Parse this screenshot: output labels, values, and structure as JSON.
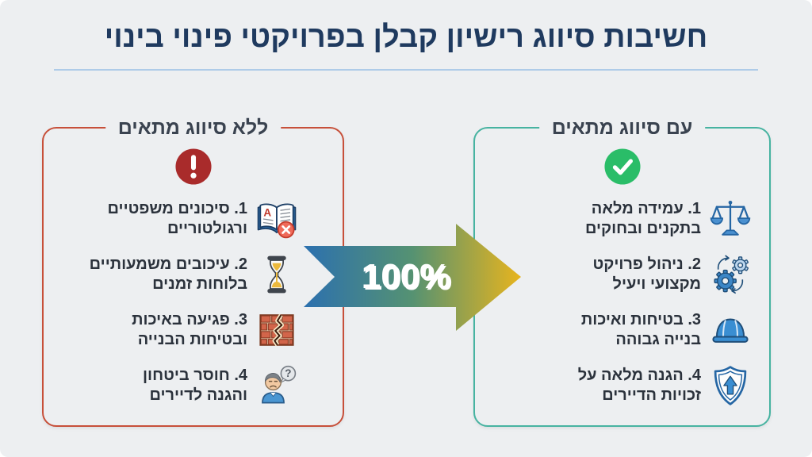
{
  "page": {
    "title": "חשיבות סיווג רישיון קבלן בפרויקטי פינוי בינוי"
  },
  "arrow": {
    "label": "100%",
    "gradient_from": "#2c70af",
    "gradient_to": "#e7b41e"
  },
  "left_panel": {
    "title": "ללא סיווג מתאים",
    "accent_color": "#c7503a",
    "status_icon": "warning-circle",
    "status_color": "#a92b2b",
    "items": [
      {
        "icon": "law-book-x",
        "line1": "1. סיכונים משפטיים",
        "line2": "ורגולטוריים"
      },
      {
        "icon": "hourglass",
        "line1": "2. עיכובים משמעותיים",
        "line2": "בלוחות זמנים"
      },
      {
        "icon": "cracked-wall",
        "line1": "3. פגיעה באיכות",
        "line2": "ובטיחות הבנייה"
      },
      {
        "icon": "worried-person",
        "line1": "4. חוסר ביטחון",
        "line2": "והגנה לדיירים"
      }
    ]
  },
  "right_panel": {
    "title": "עם סיווג מתאים",
    "accent_color": "#47b3a1",
    "status_icon": "check-circle",
    "status_color": "#2abd68",
    "items": [
      {
        "icon": "justice-scales",
        "line1": "1. עמידה מלאה",
        "line2": "בתקנים ובחוקים"
      },
      {
        "icon": "project-gears",
        "line1": "2. ניהול פרויקט",
        "line2": "מקצועי ויעיל"
      },
      {
        "icon": "hard-hat",
        "line1": "3. בטיחות ואיכות",
        "line2": "בנייה גבוהה"
      },
      {
        "icon": "shield-up-arrow",
        "line1": "4. הגנה מלאה על",
        "line2": "זכויות הדיירים"
      }
    ]
  }
}
